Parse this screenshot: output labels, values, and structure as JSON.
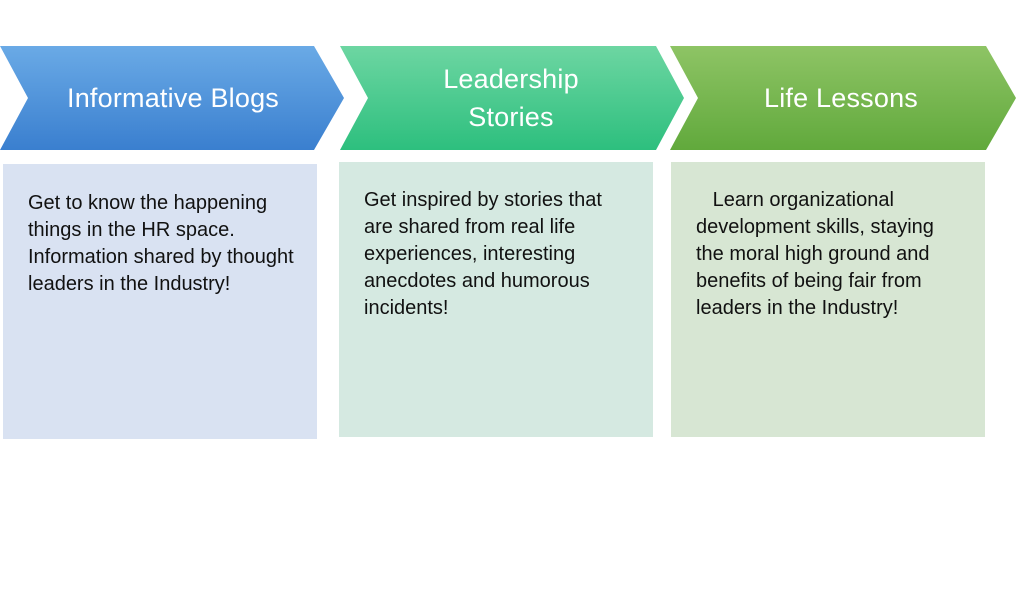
{
  "colors": {
    "blue_dark": "#3a7fcf",
    "blue_light": "#6aaae6",
    "teal_dark": "#2dbf7e",
    "teal_light": "#6dd6a2",
    "green_dark": "#61a93c",
    "green_light": "#8ec465",
    "card_blue": "#d9e2f2",
    "card_teal": "#d5e9e1",
    "card_green": "#d7e6d3"
  },
  "steps": [
    {
      "title": "Informative Blogs",
      "title_lines": [
        "Informative Blogs"
      ],
      "description": "Get to know the happening things in the HR space. Information shared by thought leaders in the Industry!"
    },
    {
      "title": "Leadership Stories",
      "title_lines": [
        "Leadership",
        "Stories"
      ],
      "description": "Get inspired by stories that are shared from real life experiences, interesting anecdotes and humorous incidents!"
    },
    {
      "title": "Life Lessons",
      "title_lines": [
        "Life Lessons"
      ],
      "description": "   Learn organizational development skills, staying the moral high ground and benefits of being fair from leaders in the Industry!"
    }
  ]
}
